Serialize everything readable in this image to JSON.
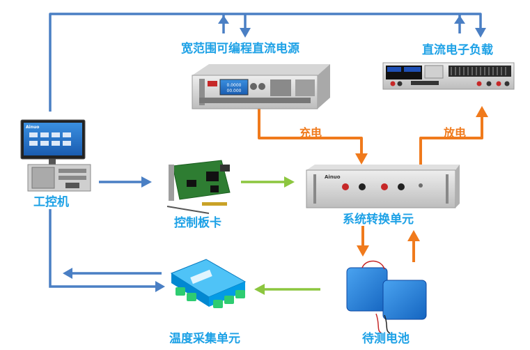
{
  "nodes": {
    "power_supply": "宽范围可编程直流电源",
    "electronic_load": "直流电子负载",
    "ipc": "工控机",
    "control_card": "控制板卡",
    "switch_unit": "系统转换单元",
    "temp_unit": "温度采集单元",
    "battery": "待测电池"
  },
  "edges": {
    "charge": "充电",
    "discharge": "放电"
  },
  "device_text": {
    "ipc_brand": "Ainuo",
    "switch_brand": "Ainuo",
    "supply_display_top": "0.0000",
    "supply_display_mid": "00.000"
  },
  "colors": {
    "blue_line": "#4a7fc4",
    "orange_line": "#f07a1c",
    "green_line": "#8cc63f",
    "label_blue": "#1da1e6"
  }
}
